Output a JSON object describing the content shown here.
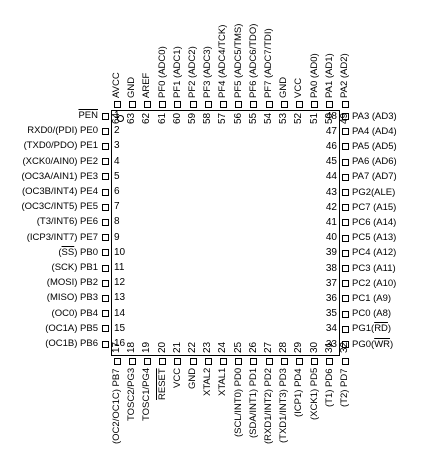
{
  "left_pins": [
    {
      "num": "1",
      "pre": "",
      "ov": "PEN",
      "post": ""
    },
    {
      "num": "2",
      "pre": "RXD0/(PDI) PE0",
      "ov": "",
      "post": ""
    },
    {
      "num": "3",
      "pre": "(TXD0/PDO) PE1",
      "ov": "",
      "post": ""
    },
    {
      "num": "4",
      "pre": "(XCK0/AIN0) PE2",
      "ov": "",
      "post": ""
    },
    {
      "num": "5",
      "pre": "(OC3A/AIN1) PE3",
      "ov": "",
      "post": ""
    },
    {
      "num": "6",
      "pre": "(OC3B/INT4) PE4",
      "ov": "",
      "post": ""
    },
    {
      "num": "7",
      "pre": "(OC3C/INT5) PE5",
      "ov": "",
      "post": ""
    },
    {
      "num": "8",
      "pre": "(T3/INT6) PE6",
      "ov": "",
      "post": ""
    },
    {
      "num": "9",
      "pre": "(ICP3/INT7) PE7",
      "ov": "",
      "post": ""
    },
    {
      "num": "10",
      "pre": "(",
      "ov": "SS",
      "post": ") PB0"
    },
    {
      "num": "11",
      "pre": "(SCK) PB1",
      "ov": "",
      "post": ""
    },
    {
      "num": "12",
      "pre": "(MOSI) PB2",
      "ov": "",
      "post": ""
    },
    {
      "num": "13",
      "pre": "(MISO) PB3",
      "ov": "",
      "post": ""
    },
    {
      "num": "14",
      "pre": "(OC0) PB4",
      "ov": "",
      "post": ""
    },
    {
      "num": "15",
      "pre": "(OC1A) PB5",
      "ov": "",
      "post": ""
    },
    {
      "num": "16",
      "pre": "(OC1B) PB6",
      "ov": "",
      "post": ""
    }
  ],
  "bottom_pins": [
    {
      "num": "17",
      "pre": "(OC2/OC1C) PB7",
      "ov": "",
      "post": ""
    },
    {
      "num": "18",
      "pre": "TOSC2/PG3",
      "ov": "",
      "post": ""
    },
    {
      "num": "19",
      "pre": "TOSC1/PG4",
      "ov": "",
      "post": ""
    },
    {
      "num": "20",
      "pre": "",
      "ov": "RESET",
      "post": ""
    },
    {
      "num": "21",
      "pre": "VCC",
      "ov": "",
      "post": ""
    },
    {
      "num": "22",
      "pre": "GND",
      "ov": "",
      "post": ""
    },
    {
      "num": "23",
      "pre": "XTAL2",
      "ov": "",
      "post": ""
    },
    {
      "num": "24",
      "pre": "XTAL1",
      "ov": "",
      "post": ""
    },
    {
      "num": "25",
      "pre": "(SCL/INT0) PD0",
      "ov": "",
      "post": ""
    },
    {
      "num": "26",
      "pre": "(SDA/INT1) PD1",
      "ov": "",
      "post": ""
    },
    {
      "num": "27",
      "pre": "(RXD1/INT2) PD2",
      "ov": "",
      "post": ""
    },
    {
      "num": "28",
      "pre": "(TXD1/INT3) PD3",
      "ov": "",
      "post": ""
    },
    {
      "num": "29",
      "pre": "(ICP1) PD4",
      "ov": "",
      "post": ""
    },
    {
      "num": "30",
      "pre": "(XCK1) PD5",
      "ov": "",
      "post": ""
    },
    {
      "num": "31",
      "pre": "(T1) PD6",
      "ov": "",
      "post": ""
    },
    {
      "num": "32",
      "pre": "(T2) PD7",
      "ov": "",
      "post": ""
    }
  ],
  "right_pins": [
    {
      "num": "33",
      "pre": "PG0(",
      "ov": "WR",
      "post": ")"
    },
    {
      "num": "34",
      "pre": "PG1(",
      "ov": "RD",
      "post": ")"
    },
    {
      "num": "35",
      "pre": "PC0 (A8)",
      "ov": "",
      "post": ""
    },
    {
      "num": "36",
      "pre": "PC1 (A9)",
      "ov": "",
      "post": ""
    },
    {
      "num": "37",
      "pre": "PC2 (A10)",
      "ov": "",
      "post": ""
    },
    {
      "num": "38",
      "pre": "PC3 (A11)",
      "ov": "",
      "post": ""
    },
    {
      "num": "39",
      "pre": "PC4 (A12)",
      "ov": "",
      "post": ""
    },
    {
      "num": "40",
      "pre": "PC5 (A13)",
      "ov": "",
      "post": ""
    },
    {
      "num": "41",
      "pre": "PC6 (A14)",
      "ov": "",
      "post": ""
    },
    {
      "num": "42",
      "pre": "PC7 (A15)",
      "ov": "",
      "post": ""
    },
    {
      "num": "43",
      "pre": "PG2(ALE)",
      "ov": "",
      "post": ""
    },
    {
      "num": "44",
      "pre": "PA7 (AD7)",
      "ov": "",
      "post": ""
    },
    {
      "num": "45",
      "pre": "PA6 (AD6)",
      "ov": "",
      "post": ""
    },
    {
      "num": "46",
      "pre": "PA5 (AD5)",
      "ov": "",
      "post": ""
    },
    {
      "num": "47",
      "pre": "PA4 (AD4)",
      "ov": "",
      "post": ""
    },
    {
      "num": "48",
      "pre": "PA3 (AD3)",
      "ov": "",
      "post": ""
    }
  ],
  "top_pins": [
    {
      "num": "49",
      "pre": "PA2 (AD2)",
      "ov": "",
      "post": ""
    },
    {
      "num": "50",
      "pre": "PA1 (AD1)",
      "ov": "",
      "post": ""
    },
    {
      "num": "51",
      "pre": "PA0 (AD0)",
      "ov": "",
      "post": ""
    },
    {
      "num": "52",
      "pre": "VCC",
      "ov": "",
      "post": ""
    },
    {
      "num": "53",
      "pre": "GND",
      "ov": "",
      "post": ""
    },
    {
      "num": "54",
      "pre": "PF7 (ADC7/TDI)",
      "ov": "",
      "post": ""
    },
    {
      "num": "55",
      "pre": "PF6 (ADC6/TDO)",
      "ov": "",
      "post": ""
    },
    {
      "num": "56",
      "pre": "PF5 (ADC5/TMS)",
      "ov": "",
      "post": ""
    },
    {
      "num": "57",
      "pre": "PF4 (ADC4/TCK)",
      "ov": "",
      "post": ""
    },
    {
      "num": "58",
      "pre": "PF3 (ADC3)",
      "ov": "",
      "post": ""
    },
    {
      "num": "59",
      "pre": "PF2 (ADC2)",
      "ov": "",
      "post": ""
    },
    {
      "num": "60",
      "pre": "PF1 (ADC1)",
      "ov": "",
      "post": ""
    },
    {
      "num": "61",
      "pre": "PF0 (ADC0)",
      "ov": "",
      "post": ""
    },
    {
      "num": "62",
      "pre": "AREF",
      "ov": "",
      "post": ""
    },
    {
      "num": "63",
      "pre": "GND",
      "ov": "",
      "post": ""
    },
    {
      "num": "64",
      "pre": "AVCC",
      "ov": "",
      "post": ""
    }
  ]
}
